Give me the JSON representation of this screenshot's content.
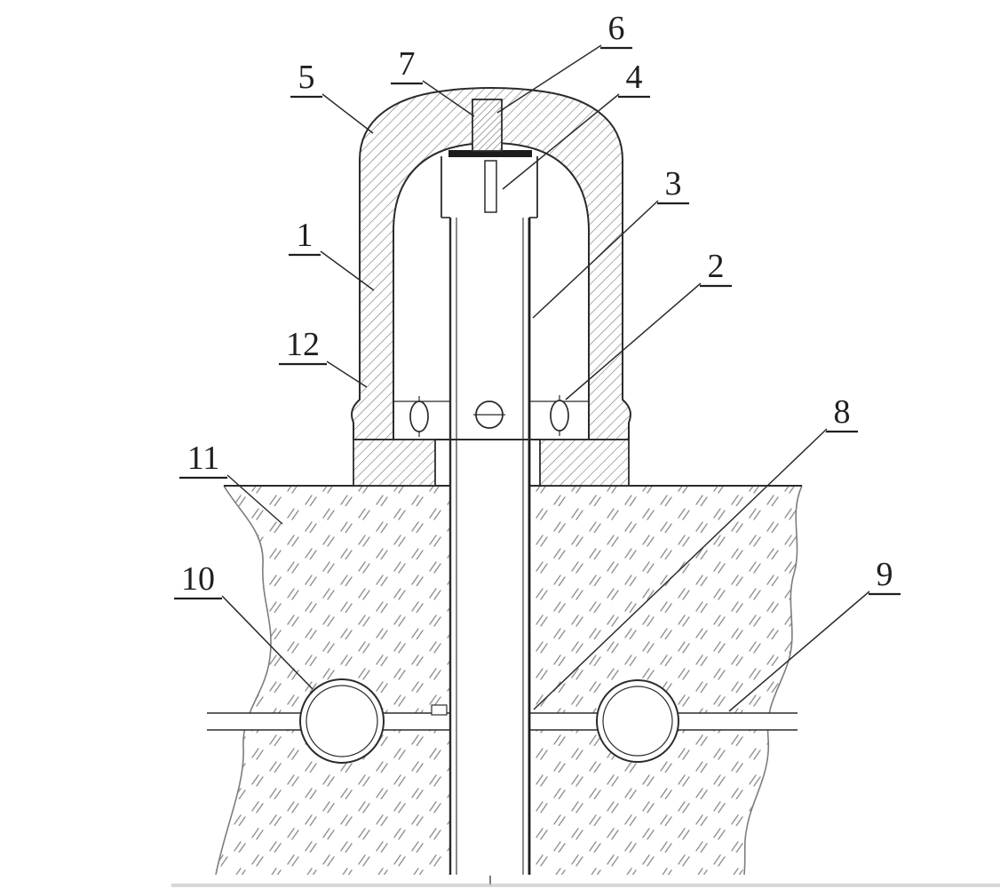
{
  "figure": {
    "kind": "patent-style cross-section technical drawing",
    "colors": {
      "line": "#2b2b2b",
      "soil_marks": "#909090",
      "background": "#ffffff"
    }
  },
  "callouts": [
    {
      "text": "1"
    },
    {
      "text": "2"
    },
    {
      "text": "3"
    },
    {
      "text": "4"
    },
    {
      "text": "5"
    },
    {
      "text": "6"
    },
    {
      "text": "7"
    },
    {
      "text": "8"
    },
    {
      "text": "9"
    },
    {
      "text": "10"
    },
    {
      "text": "11"
    },
    {
      "text": "12"
    }
  ]
}
